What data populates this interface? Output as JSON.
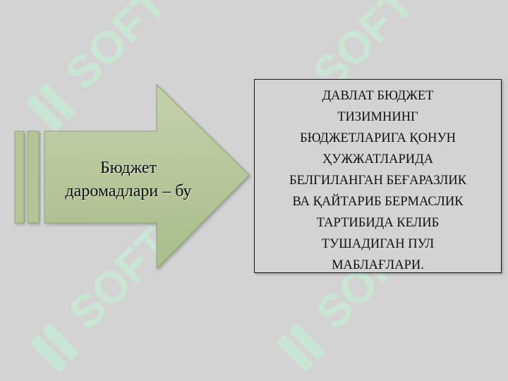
{
  "slide": {
    "background_color": "#d3d3d3"
  },
  "arrow": {
    "label": "Бюджет\nдаромадлари – бу",
    "fill_color": "#b6c79a"
  },
  "definition": {
    "text": "ДАВЛАТ БЮДЖЕТ\nТИЗИМНИНГ\nБЮДЖЕТЛАРИГА ҚОНУН\nҲУЖЖАТЛАРИДА\nБЕЛГИЛАНГАН БЕҒАРАЗЛИК\nВА ҚАЙТАРИБ БЕРМАСЛИК\nТАРТИБИДА КЕЛИБ\nТУШАДИГАН ПУЛ\nМАБЛАҒЛАРИ."
  },
  "watermark": {
    "text": "SOFT",
    "color": "#c9e6d4"
  }
}
